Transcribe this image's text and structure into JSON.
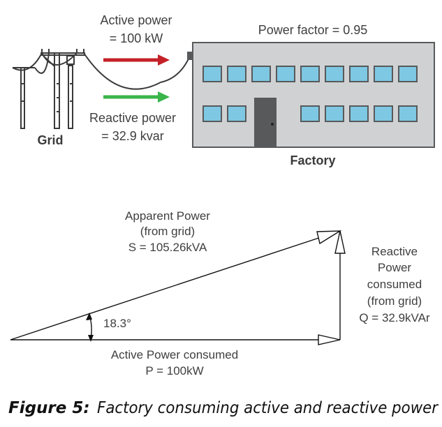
{
  "top": {
    "active_power": {
      "line1": "Active power",
      "line2": "= 100 kW"
    },
    "reactive_power": {
      "line1": "Reactive power",
      "line2": "= 32.9 kvar"
    },
    "grid_label": "Grid",
    "power_factor": "Power factor = 0.95",
    "factory_label": "Factory"
  },
  "triangle": {
    "apparent": {
      "line1": "Apparent Power",
      "line2": "(from grid)",
      "line3": "S = 105.26kVA"
    },
    "active": {
      "line1": "Active Power consumed",
      "line2": "P = 100kW"
    },
    "reactive": {
      "line1": "Reactive",
      "line2": "Power",
      "line3": "consumed",
      "line4": "(from grid)",
      "line5": "Q = 32.9kVAr"
    },
    "angle": "18.3°"
  },
  "caption": {
    "prefix": "Figure 5:",
    "text": "Factory consuming active and reactive power"
  },
  "colors": {
    "active_arrow": "#c42127",
    "reactive_arrow": "#3ab54a",
    "building_fill": "#d0d1d3",
    "window_fill": "#7ec8e3",
    "door_fill": "#58595b"
  }
}
